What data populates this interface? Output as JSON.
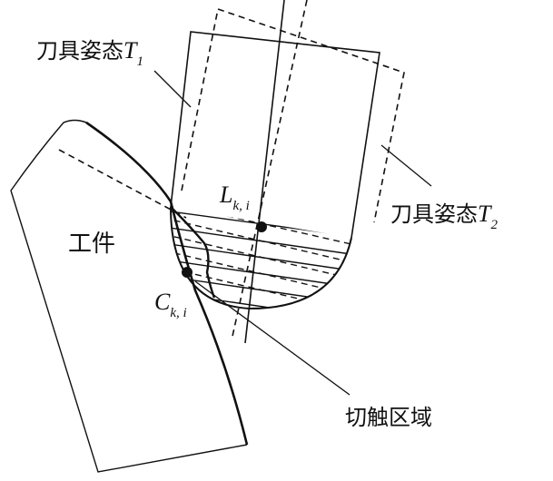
{
  "labels": {
    "tool_pose_1": {
      "text": "刀具姿态",
      "var": "T",
      "sub": "1"
    },
    "tool_pose_2": {
      "text": "刀具姿态",
      "var": "T",
      "sub": "2"
    },
    "workpiece": "工件",
    "point_L": {
      "var": "L",
      "sub": "k, i"
    },
    "point_C": {
      "var": "C",
      "sub": "k, i"
    },
    "contact_area": "切触区域"
  }
}
